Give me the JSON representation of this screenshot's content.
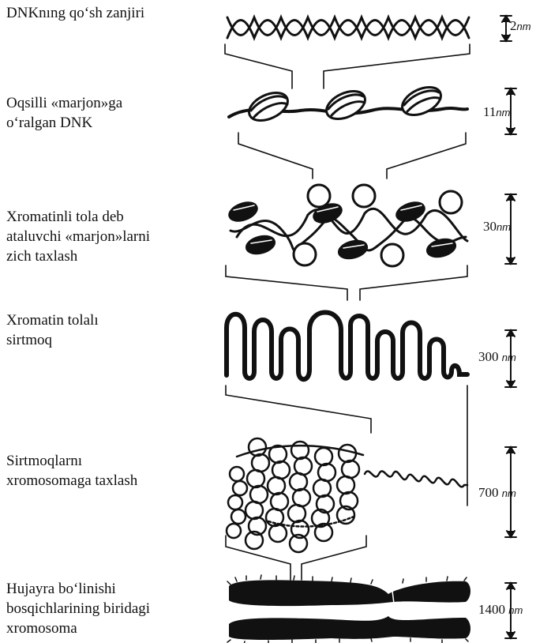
{
  "levels": [
    {
      "lines": [
        "DNKnıng qo‘sh zanjiri"
      ],
      "value": "2",
      "unit": "nm"
    },
    {
      "lines": [
        "Oqsilli «marjon»ga",
        "o‘ralgan DNK"
      ],
      "value": "11",
      "unit": "nm"
    },
    {
      "lines": [
        "Xromatinli tola deb",
        "ataluvchi «marjon»larni",
        "zich taxlash"
      ],
      "value": "30",
      "unit": "nm"
    },
    {
      "lines": [
        "Xromatin tolalı",
        "sirtmoq"
      ],
      "value": "300",
      "unit": "nm"
    },
    {
      "lines": [
        "Sirtmoqlarnı",
        "xromosomaga taxlash"
      ],
      "value": "700",
      "unit": "nm"
    },
    {
      "lines": [
        "Hujayra bo‘linishi",
        "bosqichlarining biridagi",
        "xromosoma"
      ],
      "value": "1400",
      "unit": "nm"
    }
  ]
}
